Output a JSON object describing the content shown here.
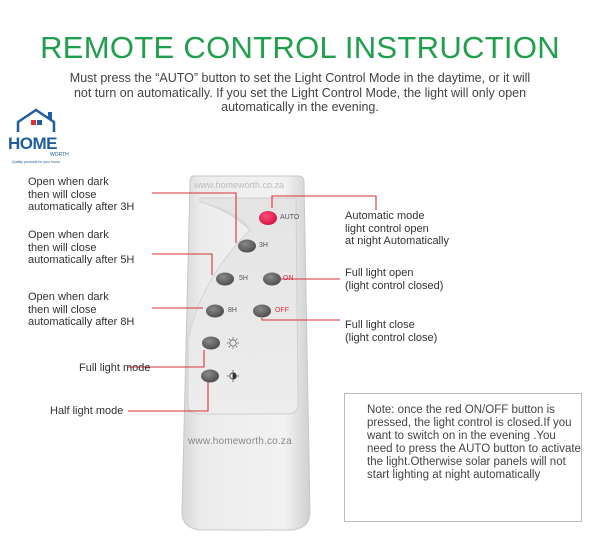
{
  "title": "REMOTE CONTROL INSTRUCTION",
  "subtitle": "Must press the “AUTO” button to set the Light Control Mode in the daytime, or it will not turn on automatically. If you set the Light Control Mode, the light will only open automatically in the evening.",
  "logo": {
    "main": "HOME",
    "sub": "WORTH",
    "tagline": "Quality products for your home"
  },
  "remote": {
    "watermark": "www.homeworth.co.za",
    "brand": "www.homeworth.co.za",
    "buttons": {
      "auto": "AUTO",
      "h3": "3H",
      "h5": "5H",
      "on": "ON",
      "h8": "8H",
      "off": "OFF"
    }
  },
  "labels": {
    "open_3h": "Open when dark\nthen will close\nautomatically after 3H",
    "open_5h": "Open when dark\nthen will close\nautomatically after 5H",
    "open_8h": "Open when dark\nthen will close\nautomatically after 8H",
    "full_light_mode": "Full light mode",
    "half_light_mode": "Half light mode",
    "auto_mode": "Automatic mode\nlight control  open\nat night Automatically",
    "full_light_open": "Full light open\n(light control closed)",
    "full_light_close": "Full light close\n(light control close)"
  },
  "note": "Note: once the red ON/OFF button is pressed, the light control is closed.If you want to switch on in the evening .You need to press the AUTO button to activate the light.Otherwise solar panels will not start lighting at night automatically",
  "colors": {
    "title_green": "#1fa04c",
    "callout_red": "#d9323a",
    "auto_button": "#e8174f"
  }
}
